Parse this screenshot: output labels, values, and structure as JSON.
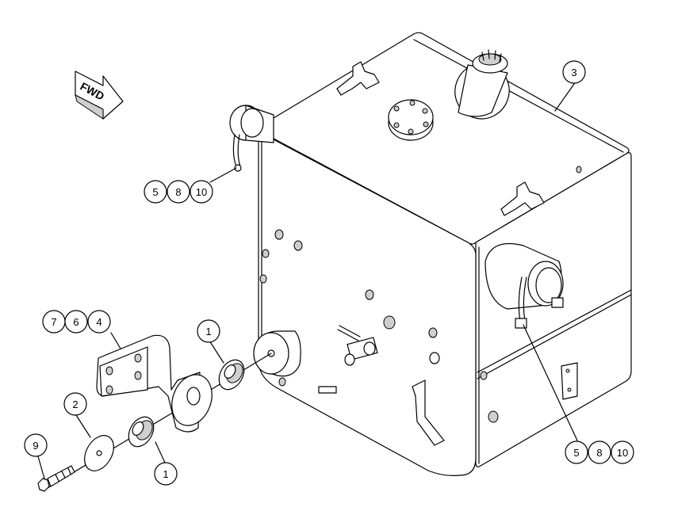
{
  "direction_arrow": {
    "label": "FWD"
  },
  "callouts": [
    {
      "id": "c3",
      "text": "3"
    },
    {
      "id": "c5a",
      "text": "5"
    },
    {
      "id": "c8a",
      "text": "8"
    },
    {
      "id": "c10a",
      "text": "10"
    },
    {
      "id": "c7",
      "text": "7"
    },
    {
      "id": "c6",
      "text": "6"
    },
    {
      "id": "c4",
      "text": "4"
    },
    {
      "id": "c1a",
      "text": "1"
    },
    {
      "id": "c2",
      "text": "2"
    },
    {
      "id": "c9",
      "text": "9"
    },
    {
      "id": "c1b",
      "text": "1"
    },
    {
      "id": "c5b",
      "text": "5"
    },
    {
      "id": "c8b",
      "text": "8"
    },
    {
      "id": "c10b",
      "text": "10"
    }
  ]
}
